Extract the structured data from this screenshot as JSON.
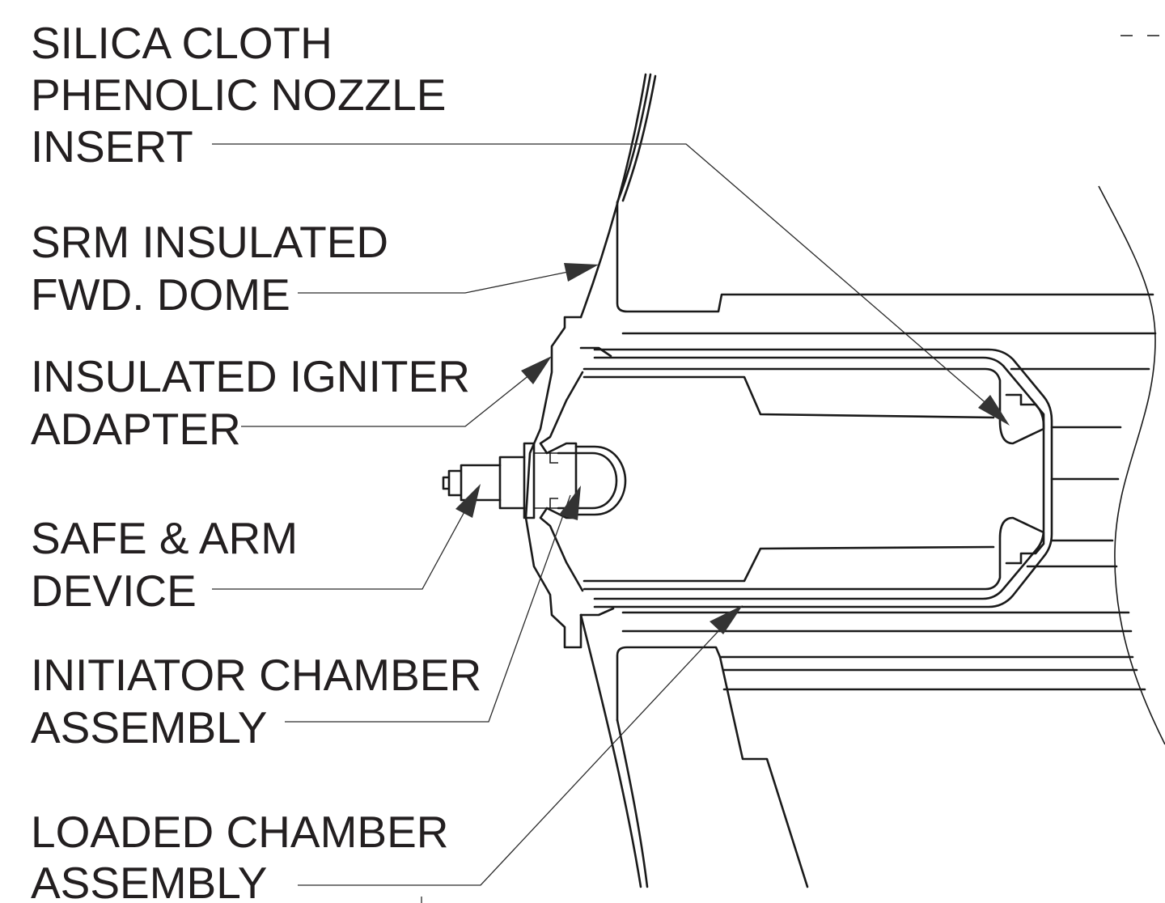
{
  "callouts": [
    {
      "id": "silica-cloth-phenolic-nozzle-insert",
      "lines": [
        "SILICA CLOTH",
        "PHENOLIC NOZZLE",
        "INSERT"
      ]
    },
    {
      "id": "srm-insulated-fwd-dome",
      "lines": [
        "SRM INSULATED",
        "FWD. DOME"
      ]
    },
    {
      "id": "insulated-igniter-adapter",
      "lines": [
        "INSULATED IGNITER",
        "ADAPTER"
      ]
    },
    {
      "id": "safe-and-arm-device",
      "lines": [
        "SAFE & ARM",
        "DEVICE"
      ]
    },
    {
      "id": "initiator-chamber-assembly",
      "lines": [
        "INITIATOR CHAMBER",
        "ASSEMBLY"
      ]
    },
    {
      "id": "loaded-chamber-assembly",
      "lines": [
        "LOADED CHAMBER",
        "ASSEMBLY"
      ]
    }
  ],
  "colors": {
    "ink": "#1a1a1a",
    "label": "#231f20",
    "arrow": "#333333",
    "background": "#ffffff"
  }
}
